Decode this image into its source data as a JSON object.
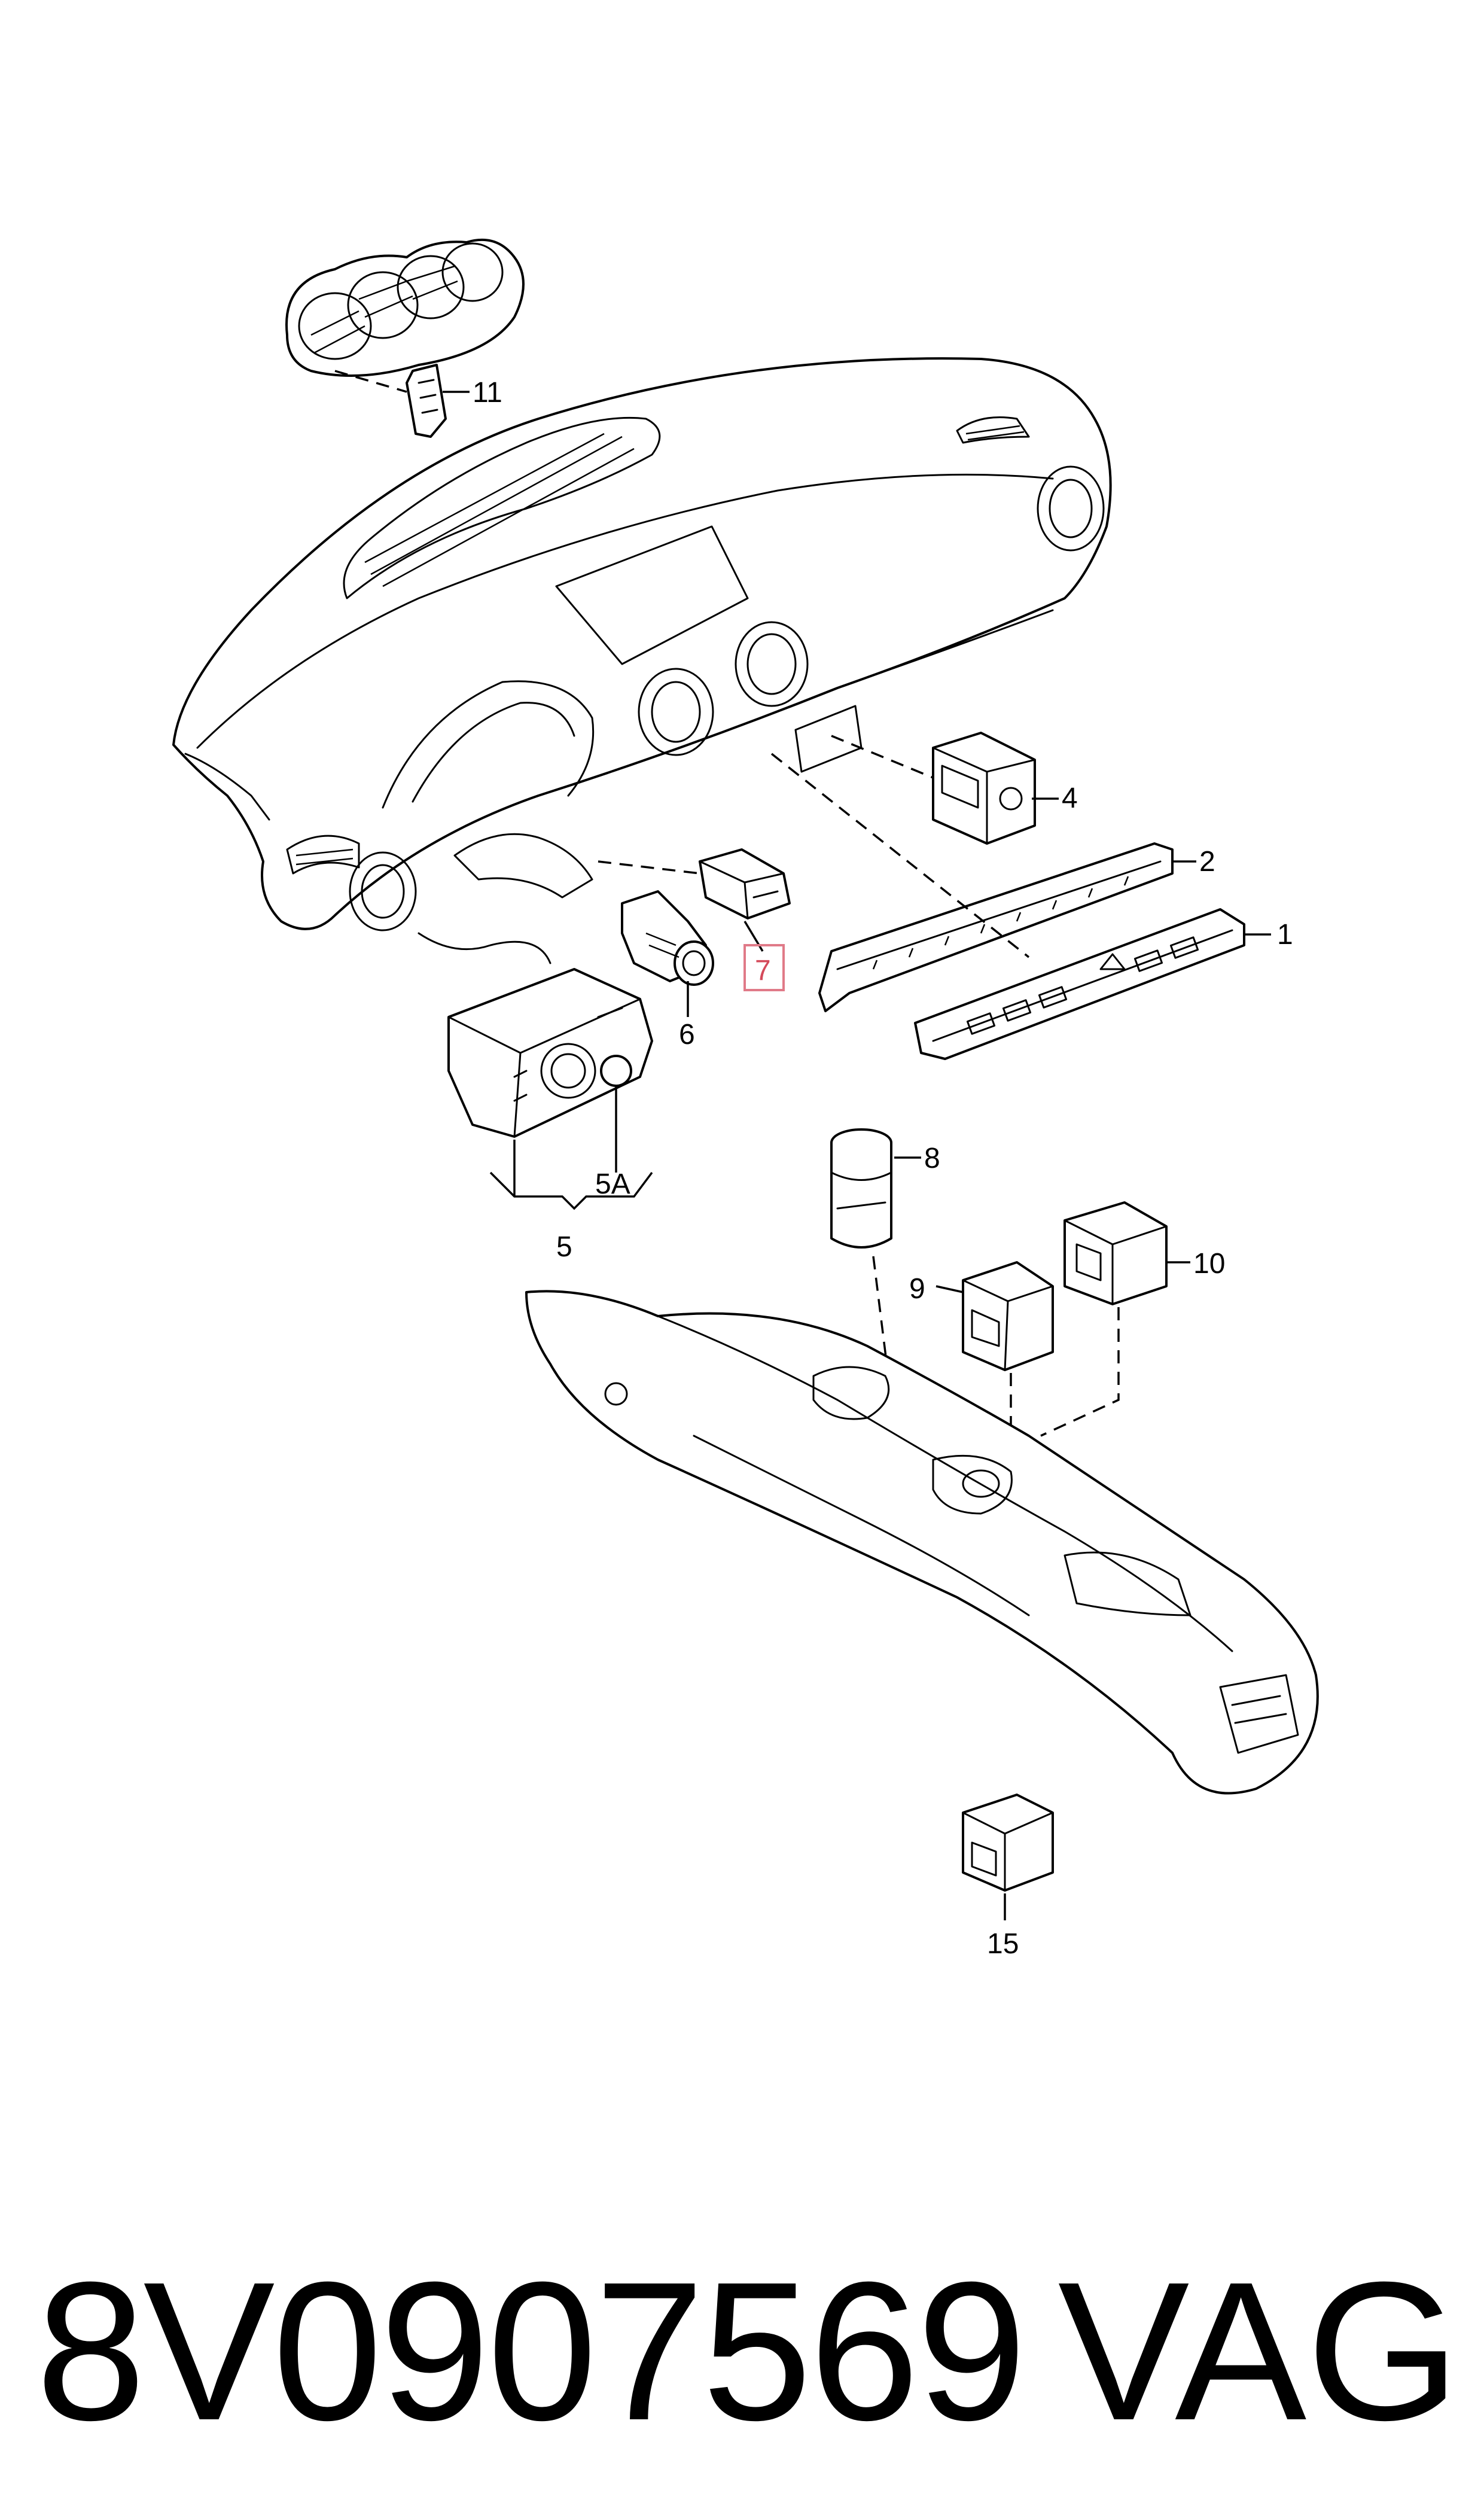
{
  "diagram": {
    "callouts": {
      "c1": "1",
      "c2": "2",
      "c4": "4",
      "c5": "5",
      "c5a": "5A",
      "c6": "6",
      "c7": "7",
      "c8": "8",
      "c9": "9",
      "c10": "10",
      "c11": "11",
      "c15": "15"
    },
    "highlighted_callout": "7",
    "highlight_color": "#e07a88"
  },
  "footer": {
    "part_number": "8V0907569",
    "brand": "VAG"
  }
}
